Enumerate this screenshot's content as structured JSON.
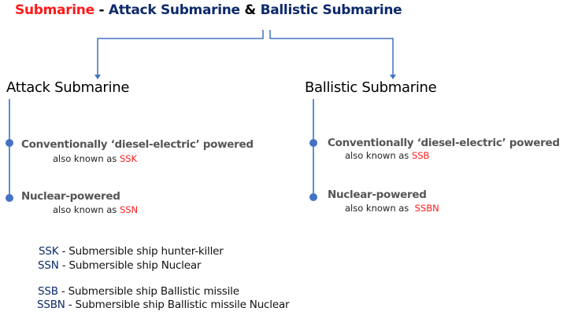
{
  "title": {
    "part1": "Submarine",
    "sep": " - ",
    "part2": "Attack Submarine",
    "amp": " & ",
    "part3": "Ballistic Submarine"
  },
  "colors": {
    "red": "#ff1a1a",
    "navy": "#0d2a6b",
    "line": "#4472c4"
  },
  "attack": {
    "heading_light": "Attack ",
    "heading_bold": "Submarine",
    "items": [
      {
        "label": "Conventionally ‘diesel-electric’ powered",
        "aka": "also known as ",
        "code": "SSK"
      },
      {
        "label": "Nuclear-powered",
        "aka": "also known as ",
        "code": "SSN"
      }
    ]
  },
  "ballistic": {
    "heading": "Ballistic Submarine",
    "items": [
      {
        "label": "Conventionally ‘diesel-electric’ powered",
        "aka": "also known as ",
        "code": "SSB"
      },
      {
        "label": "Nuclear-powered",
        "aka": "also known as  ",
        "code": "SSBN"
      }
    ]
  },
  "legend": [
    {
      "code": "SSK",
      "desc": " - Submersible ship hunter-killer"
    },
    {
      "code": "SSN",
      "desc": " - Submersible ship Nuclear"
    },
    {
      "code": "SSB",
      "desc": " - Submersible ship Ballistic missile"
    },
    {
      "code": "SSBN",
      "desc": " - Submersible ship Ballistic missile Nuclear"
    }
  ]
}
